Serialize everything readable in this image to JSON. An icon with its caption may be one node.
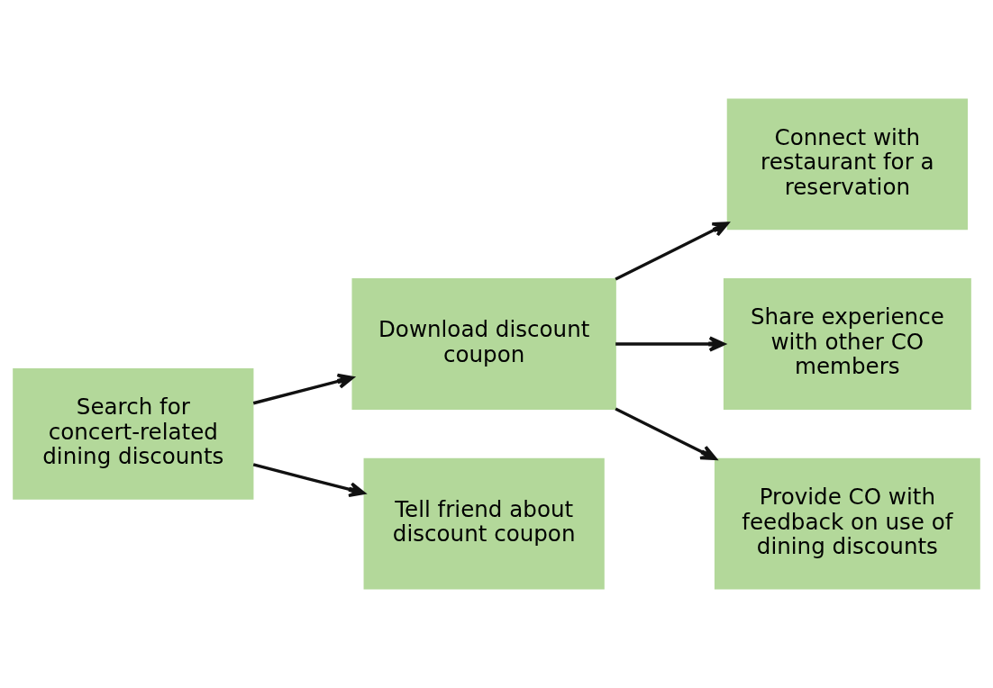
{
  "diagram": {
    "nodes": [
      {
        "text": [
          "Search for concert-related dining discounts"
        ]
      },
      {
        "text": [
          "Download discount coupon"
        ]
      },
      {
        "text": [
          "Tell friend about discount coupon"
        ]
      },
      {
        "text": [
          "Connect with restaurant for a reservation"
        ]
      },
      {
        "text": [
          "Share experience with other CO members"
        ]
      },
      {
        "text": [
          "Provide CO with feedback on use of dining discounts"
        ]
      }
    ],
    "edges": [
      {
        "from": 0,
        "to": 1,
        "arrow": "to"
      },
      {
        "from": 0,
        "to": 2,
        "arrow": "to"
      },
      {
        "from": 1,
        "to": 3,
        "arrow": "to"
      },
      {
        "from": 1,
        "to": 4,
        "arrow": "to"
      },
      {
        "from": 1,
        "to": 5,
        "arrow": "to"
      }
    ]
  }
}
